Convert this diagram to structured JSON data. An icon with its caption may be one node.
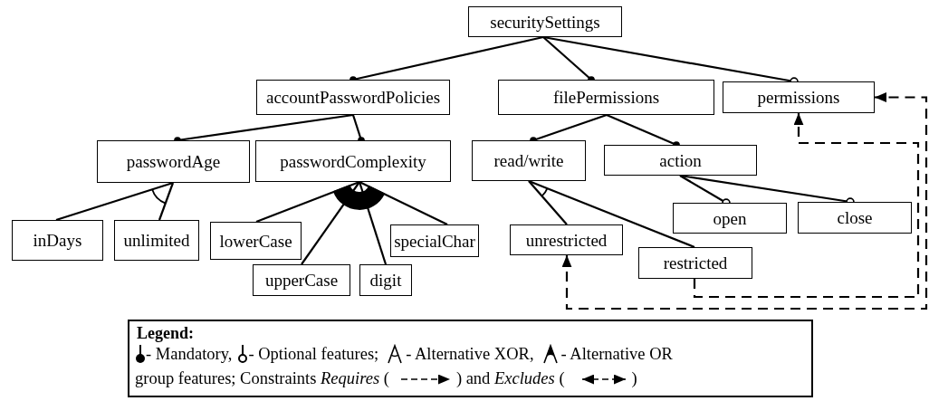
{
  "diagram": {
    "nodes": [
      {
        "text": [
          "securitySettings"
        ]
      },
      {
        "text": [
          "accountPasswordPolicies"
        ]
      },
      {
        "text": [
          "filePermissions"
        ]
      },
      {
        "text": [
          "permissions"
        ]
      },
      {
        "text": [
          "passwordAge"
        ]
      },
      {
        "text": [
          "passwordComplexity"
        ]
      },
      {
        "text": [
          "read/write"
        ]
      },
      {
        "text": [
          "action"
        ]
      },
      {
        "text": [
          "inDays"
        ]
      },
      {
        "text": [
          "unlimited"
        ]
      },
      {
        "text": [
          "lowerCase"
        ]
      },
      {
        "text": [
          "specialChar"
        ]
      },
      {
        "text": [
          "unrestricted"
        ]
      },
      {
        "text": [
          "open"
        ]
      },
      {
        "text": [
          "close"
        ]
      },
      {
        "text": [
          "upperCase"
        ]
      },
      {
        "text": [
          "digit"
        ]
      },
      {
        "text": [
          "restricted"
        ]
      }
    ],
    "edges": [
      {
        "from": 0,
        "to": 1,
        "arrow": "other"
      },
      {
        "from": 0,
        "to": 2,
        "arrow": "other"
      },
      {
        "from": 0,
        "to": 3,
        "arrow": "other"
      },
      {
        "from": 1,
        "to": 4,
        "arrow": "other"
      },
      {
        "from": 1,
        "to": 5,
        "arrow": "other"
      },
      {
        "from": 2,
        "to": 6,
        "arrow": "other"
      },
      {
        "from": 2,
        "to": 7,
        "arrow": "other"
      },
      {
        "from": 4,
        "to": 8,
        "arrow": "none"
      },
      {
        "from": 4,
        "to": 9,
        "arrow": "none"
      },
      {
        "from": 5,
        "to": 10,
        "arrow": "none"
      },
      {
        "from": 5,
        "to": 15,
        "arrow": "none"
      },
      {
        "from": 5,
        "to": 16,
        "arrow": "none"
      },
      {
        "from": 5,
        "to": 11,
        "arrow": "none"
      },
      {
        "from": 6,
        "to": 12,
        "arrow": "none"
      },
      {
        "from": 6,
        "to": 17,
        "arrow": "none"
      },
      {
        "from": 7,
        "to": 13,
        "arrow": "other"
      },
      {
        "from": 7,
        "to": 14,
        "arrow": "other"
      },
      {
        "from": 17,
        "to": 3,
        "arrow": "to",
        "style": "dashed"
      },
      {
        "from": 12,
        "to": 3,
        "arrow": "both",
        "style": "dashed"
      }
    ],
    "labels": [
      "Legend:",
      ")"
    ],
    "legend": [
      {
        "text": "- Mandatory,"
      },
      {
        "text": "- Optional features;"
      },
      {
        "text": "- Alternative XOR,"
      },
      {
        "text": "- Alternative OR"
      },
      {
        "text": "group features; Constraints *Requires* ("
      },
      {
        "text": ") and *Excludes* ("
      }
    ]
  }
}
